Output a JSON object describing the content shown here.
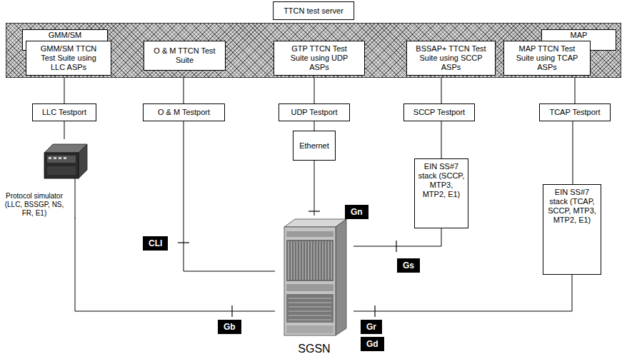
{
  "diagram": {
    "nodes": [
      {
        "text": [
          "TTCN test server"
        ]
      },
      {
        "text": [
          "GMM/SM"
        ],
        "in": 0
      },
      {
        "text": [
          "GMM/SM TTCN Test Suite using LLC ASPs"
        ],
        "in": 0
      },
      {
        "text": [
          "O & M TTCN Test Suite"
        ],
        "in": 0
      },
      {
        "text": [
          "GTP TTCN Test Suite using UDP ASPs"
        ],
        "in": 0
      },
      {
        "text": [
          "BSSAP+ TTCN Test Suite using SCCP ASPs"
        ],
        "in": 0
      },
      {
        "text": [
          "MAP"
        ],
        "in": 0
      },
      {
        "text": [
          "MAP TTCN Test Suite using TCAP ASPs"
        ],
        "in": 0
      },
      {
        "text": [
          "LLC Testport"
        ]
      },
      {
        "text": [
          "O & M Testport"
        ]
      },
      {
        "text": [
          "UDP Testport"
        ]
      },
      {
        "text": [
          "SCCP Testport"
        ]
      },
      {
        "text": [
          "TCAP Testport"
        ]
      },
      {
        "text": [
          "Protocol simulator (LLC, BSSGP, NS, FR, E1)"
        ]
      },
      {
        "text": [
          "Ethernet"
        ]
      },
      {
        "text": [
          "EIN SS#7 stack (SCCP, MTP3, MTP2, E1)"
        ]
      },
      {
        "text": [
          "EIN SS#7 stack (TCAP, SCCP, MTP3, MTP2, E1)"
        ]
      },
      {
        "text": [
          "SGSN"
        ]
      }
    ],
    "edges": [
      {
        "from": 2,
        "to": 8,
        "arrow": "none"
      },
      {
        "from": 3,
        "to": 9,
        "arrow": "none"
      },
      {
        "from": 4,
        "to": 10,
        "arrow": "none"
      },
      {
        "from": 5,
        "to": 11,
        "arrow": "none"
      },
      {
        "from": 7,
        "to": 12,
        "arrow": "none"
      },
      {
        "from": 8,
        "to": 13,
        "arrow": "none"
      },
      {
        "from": 13,
        "to": 17,
        "arrow": "none"
      },
      {
        "from": 9,
        "to": 17,
        "arrow": "none"
      },
      {
        "from": 10,
        "to": 14,
        "arrow": "none"
      },
      {
        "from": 14,
        "to": 17,
        "arrow": "none"
      },
      {
        "from": 11,
        "to": 15,
        "arrow": "none"
      },
      {
        "from": 15,
        "to": 17,
        "arrow": "none"
      },
      {
        "from": 12,
        "to": 16,
        "arrow": "none"
      },
      {
        "from": 16,
        "to": 17,
        "arrow": "none"
      }
    ],
    "labels": [
      "Gn",
      "CLI",
      "Gs",
      "Gb",
      "Gr",
      "Gd"
    ]
  }
}
